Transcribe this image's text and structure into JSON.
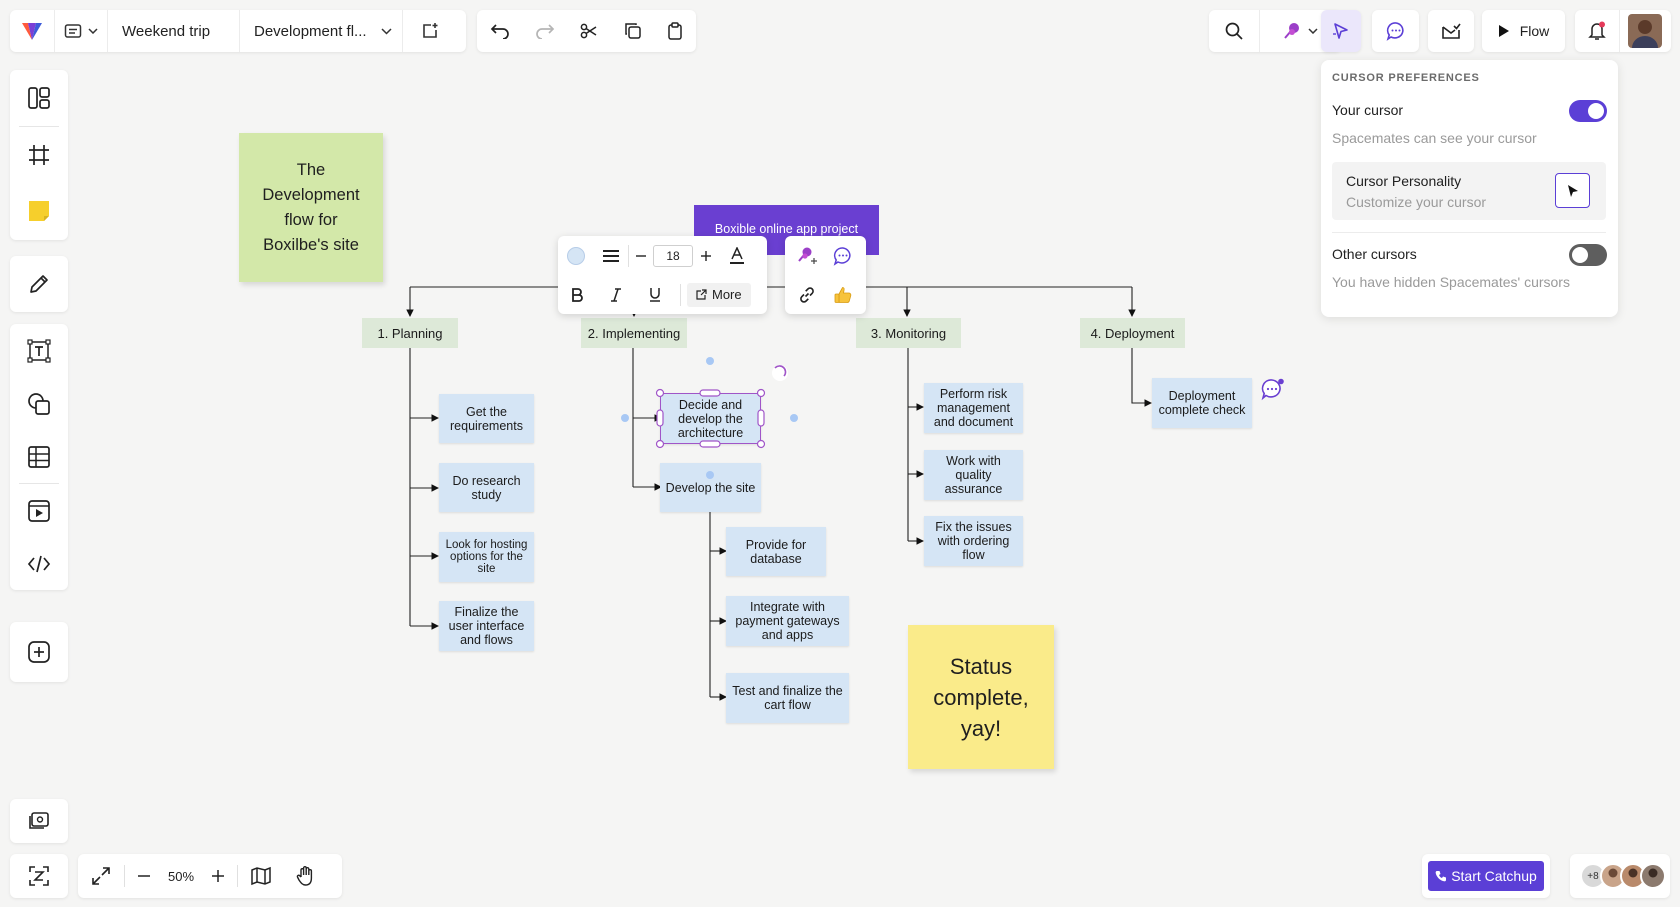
{
  "colors": {
    "accent": "#5b3fd6",
    "phase_bg": "#dde9d8",
    "task_bg": "#d5e5f5",
    "sticky_green": "#d3e8a9",
    "sticky_yellow": "#faeb8a",
    "project_purple": "#6a3fd1"
  },
  "header": {
    "file_menu_icon": "file-icon",
    "project_name": "Weekend trip",
    "board_name": "Development fl...",
    "edit_tools": [
      "undo-icon",
      "redo-icon",
      "scissors-icon",
      "copy-icon",
      "paste-icon"
    ]
  },
  "topright": {
    "flow_label": "Flow"
  },
  "left_toolbar": {
    "tools": [
      "layouts-icon",
      "frame-icon",
      "sticky-note-icon",
      "pen-icon",
      "text-icon",
      "shapes-icon",
      "table-icon",
      "media-icon",
      "embed-code-icon",
      "add-icon"
    ]
  },
  "zoom": {
    "level": "50%"
  },
  "canvas": {
    "sticky_green_text": "The Development flow for Boxilbe's site",
    "sticky_yellow_text": "Status complete, yay!",
    "project_label": "Boxible online app project",
    "phases": [
      "1. Planning",
      "2. Implementing",
      "3. Monitoring",
      "4. Deployment"
    ],
    "planning_tasks": [
      "Get the requirements",
      "Do research study",
      "Look for hosting options for the site",
      "Finalize the user interface and flows"
    ],
    "implementing_tasks": {
      "selected": "Decide and develop the architecture",
      "develop": "Develop the site",
      "subtasks": [
        "Provide for database",
        "Integrate with payment gateways and apps",
        "Test and finalize the cart flow"
      ]
    },
    "monitoring_tasks": [
      "Perform risk management and document",
      "Work with quality assurance",
      "Fix the issues with ordering flow"
    ],
    "deployment_tasks": [
      "Deployment complete check"
    ]
  },
  "format_toolbar": {
    "font_size": "18",
    "more_label": "More"
  },
  "cursor_prefs": {
    "heading": "CURSOR PREFERENCES",
    "your_cursor_label": "Your cursor",
    "your_cursor_on": true,
    "your_cursor_desc": "Spacemates can see your cursor",
    "personality_title": "Cursor Personality",
    "personality_desc": "Customize your cursor",
    "other_cursors_label": "Other cursors",
    "other_cursors_on": false,
    "other_cursors_desc": "You have hidden Spacemates' cursors"
  },
  "bottom_right": {
    "catchup_label": "Start Catchup",
    "extra_users": "+8"
  }
}
